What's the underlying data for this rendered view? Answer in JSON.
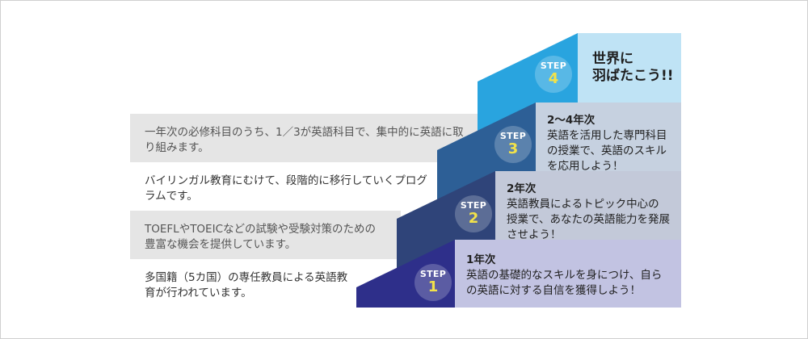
{
  "descriptions": [
    "一年次の必修科目のうち、1／3が英語科目で、集中的に英語に取り組みます。",
    "バイリンガル教育にむけて、段階的に移行していくプログラムです。",
    "TOEFLやTOEICなどの試験や受験対策のための豊富な機会を提供しています。",
    "多国籍（5カ国）の専任教員による英語教育が行われています。"
  ],
  "steps": [
    {
      "label": "STEP",
      "number": "1",
      "year": "1年次",
      "text": "英語の基礎的なスキルを身につけ、自らの英語に対する自信を獲得しよう！"
    },
    {
      "label": "STEP",
      "number": "2",
      "year": "2年次",
      "text": "英語教員によるトピック中心の授業で、あなたの英語能力を発展させよう！"
    },
    {
      "label": "STEP",
      "number": "3",
      "year": "2〜4年次",
      "text": "英語を活用した専門科目の授業で、英語のスキルを応用しよう！"
    },
    {
      "label": "STEP",
      "number": "4",
      "goal_line1": "世界に",
      "goal_line2": "羽ばたこう!!"
    }
  ],
  "colors": {
    "step1": "#2e2f8a",
    "step2": "#2f4479",
    "step3": "#2d5f96",
    "step4": "#29a4df",
    "panel1": "#c2c3e2",
    "panel2": "#c3c9d9",
    "panel3": "#c6d1e0",
    "panel4": "#bfe3f5",
    "desc_gray": "#e5e5e5",
    "number": "#f2e24a"
  }
}
